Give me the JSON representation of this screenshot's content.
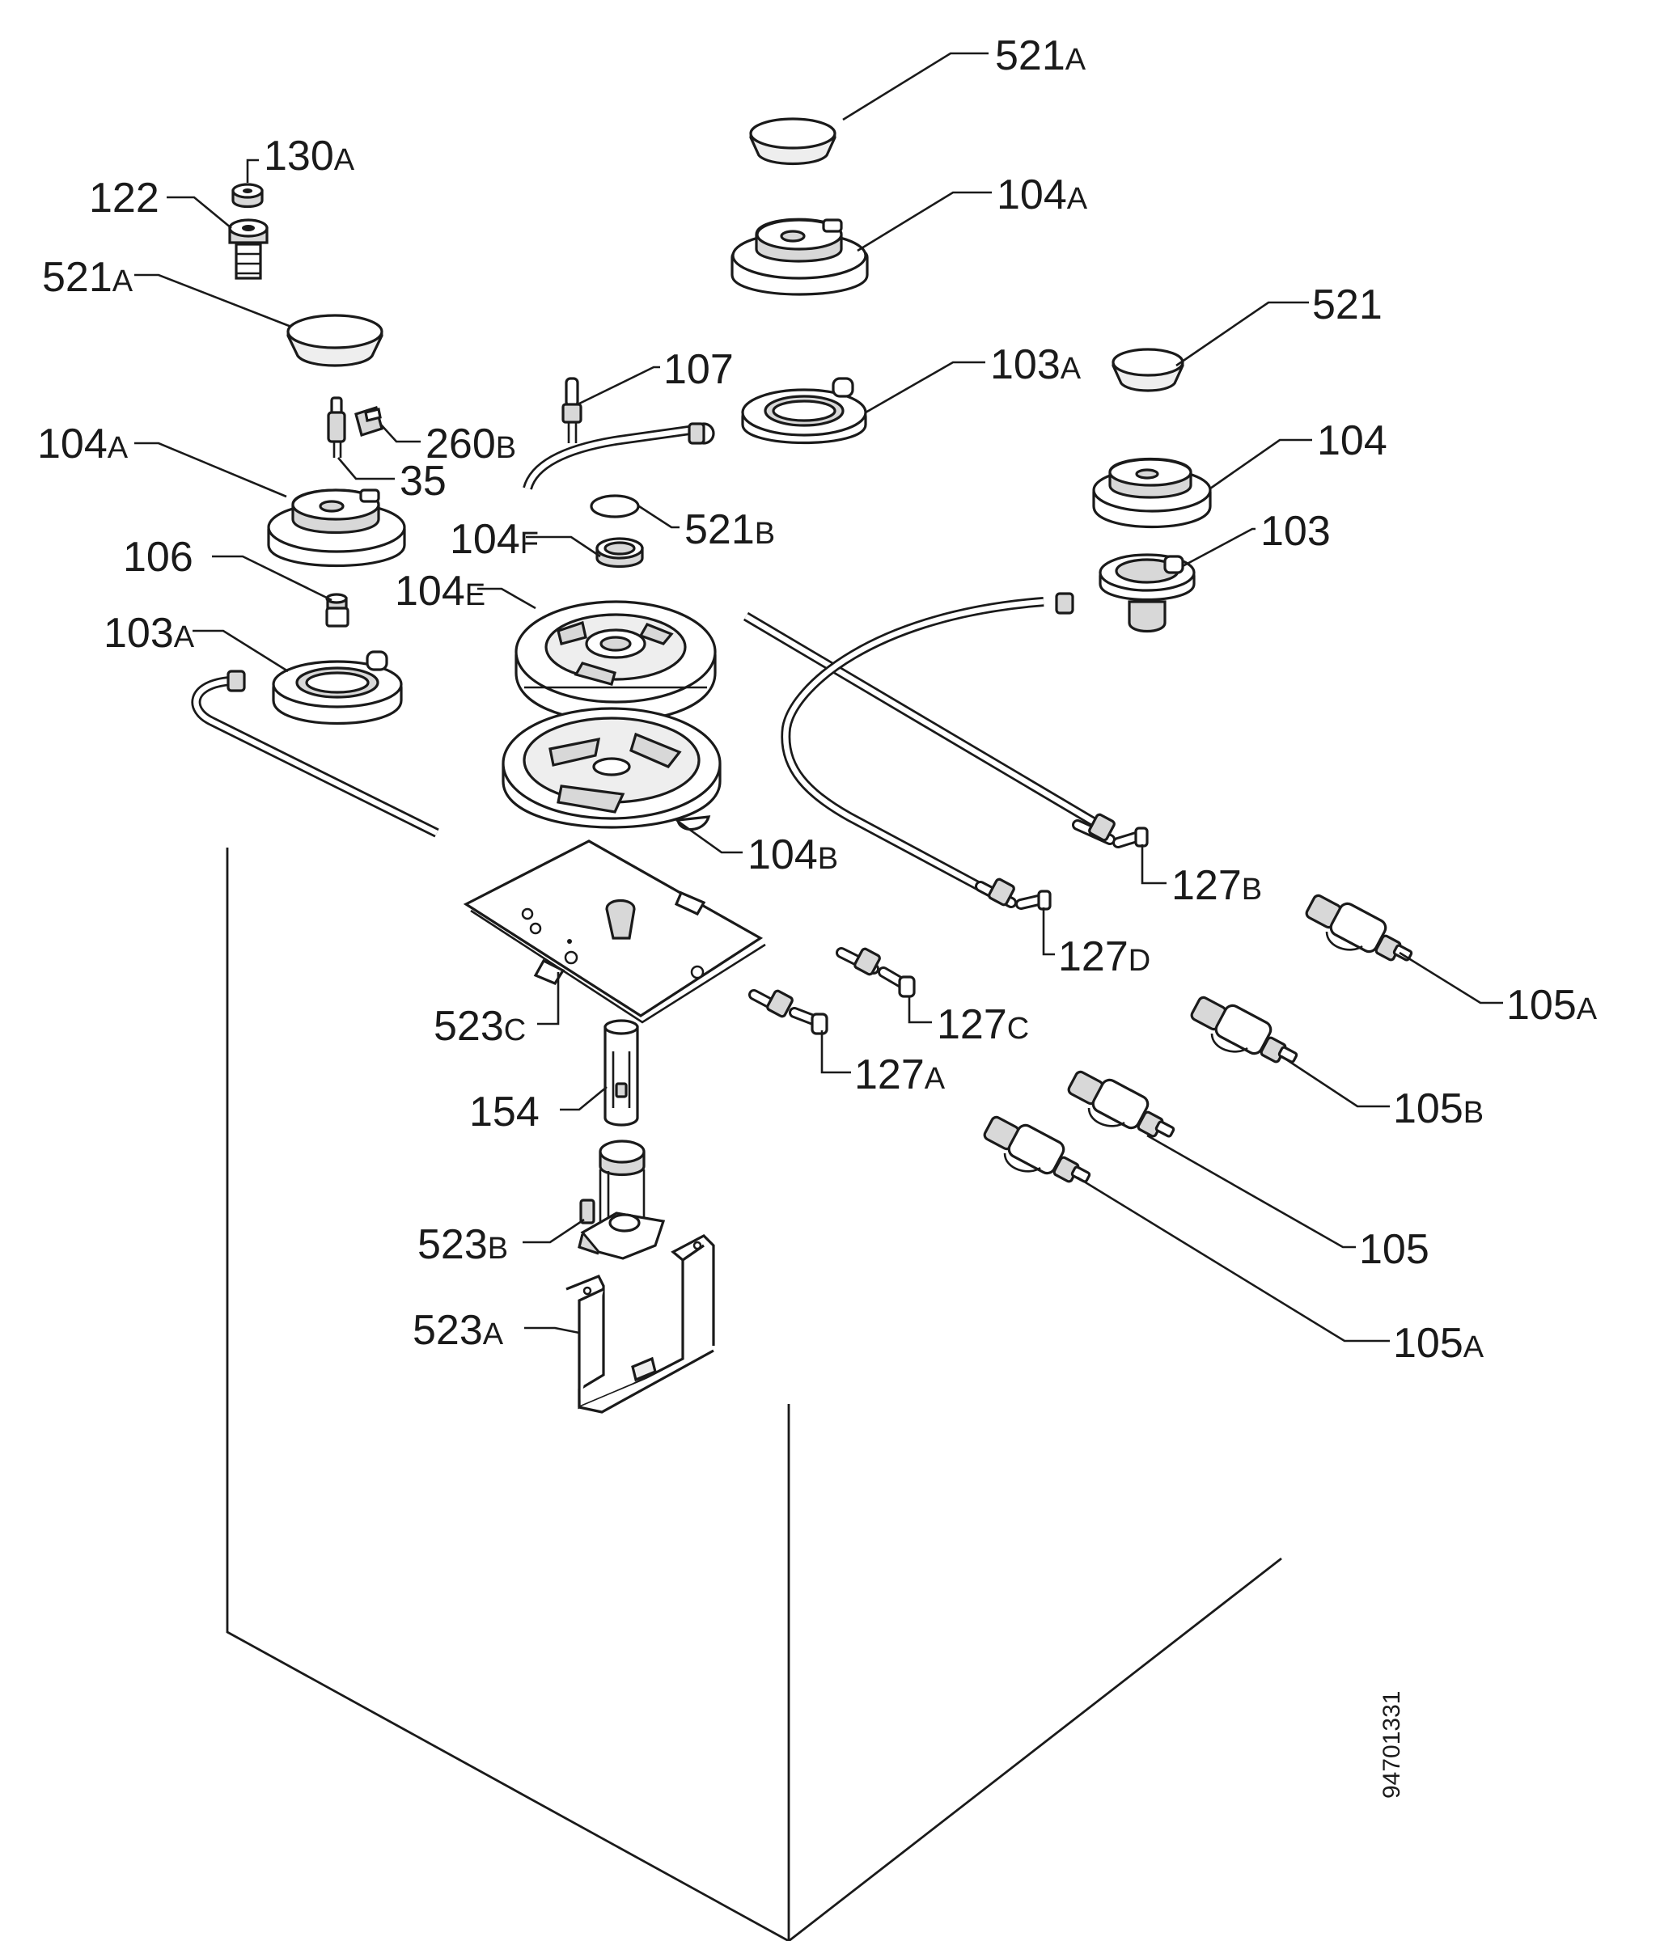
{
  "labels": {
    "l_521A_top": {
      "num": "521",
      "suf": "A"
    },
    "l_104A_top": {
      "num": "104",
      "suf": "A"
    },
    "l_130A": {
      "num": "130",
      "suf": "A"
    },
    "l_122": {
      "num": "122",
      "suf": ""
    },
    "l_521A_left": {
      "num": "521",
      "suf": "A"
    },
    "l_521": {
      "num": "521",
      "suf": ""
    },
    "l_107": {
      "num": "107",
      "suf": ""
    },
    "l_103A_top": {
      "num": "103",
      "suf": "A"
    },
    "l_260B": {
      "num": "260",
      "suf": "B"
    },
    "l_104A_left": {
      "num": "104",
      "suf": "A"
    },
    "l_104": {
      "num": "104",
      "suf": ""
    },
    "l_35": {
      "num": "35",
      "suf": ""
    },
    "l_521B": {
      "num": "521",
      "suf": "B"
    },
    "l_104F": {
      "num": "104",
      "suf": "F"
    },
    "l_103": {
      "num": "103",
      "suf": ""
    },
    "l_106": {
      "num": "106",
      "suf": ""
    },
    "l_104E": {
      "num": "104",
      "suf": "E"
    },
    "l_103A_left": {
      "num": "103",
      "suf": "A"
    },
    "l_104B": {
      "num": "104",
      "suf": "B"
    },
    "l_127B": {
      "num": "127",
      "suf": "B"
    },
    "l_127D": {
      "num": "127",
      "suf": "D"
    },
    "l_105A_right": {
      "num": "105",
      "suf": "A"
    },
    "l_127C": {
      "num": "127",
      "suf": "C"
    },
    "l_523C": {
      "num": "523",
      "suf": "C"
    },
    "l_127A": {
      "num": "127",
      "suf": "A"
    },
    "l_105B": {
      "num": "105",
      "suf": "B"
    },
    "l_154": {
      "num": "154",
      "suf": ""
    },
    "l_523B": {
      "num": "523",
      "suf": "B"
    },
    "l_105": {
      "num": "105",
      "suf": ""
    },
    "l_523A": {
      "num": "523",
      "suf": "A"
    },
    "l_105A_bottom": {
      "num": "105",
      "suf": "A"
    }
  },
  "drawing_number": "94701331"
}
